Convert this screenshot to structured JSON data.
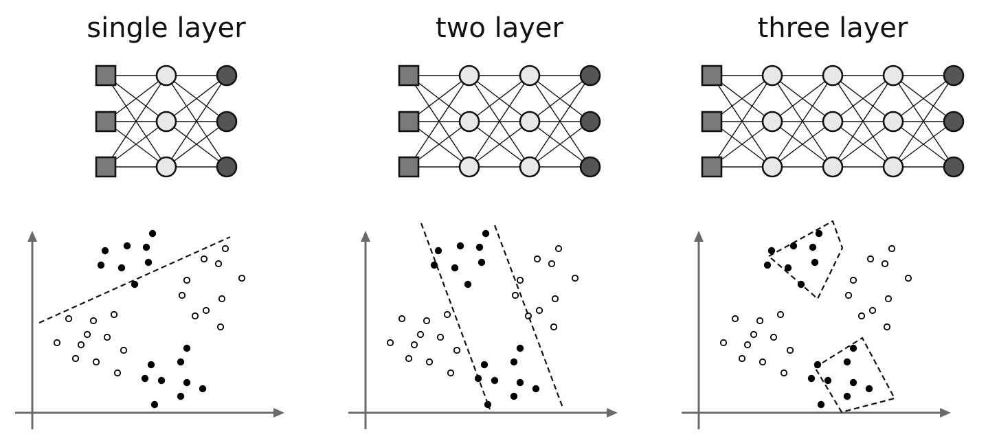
{
  "colors": {
    "input_node": "#7a7a7a",
    "hidden_node": "#e8e8e8",
    "output_node": "#555555",
    "axis": "#6b6b6b",
    "edge": "#111111"
  },
  "panels": [
    {
      "title": "single layer",
      "hidden_layers": 1,
      "boundary": "line"
    },
    {
      "title": "two layer",
      "hidden_layers": 2,
      "boundary": "band"
    },
    {
      "title": "three layer",
      "hidden_layers": 3,
      "boundary": "regions"
    }
  ]
}
